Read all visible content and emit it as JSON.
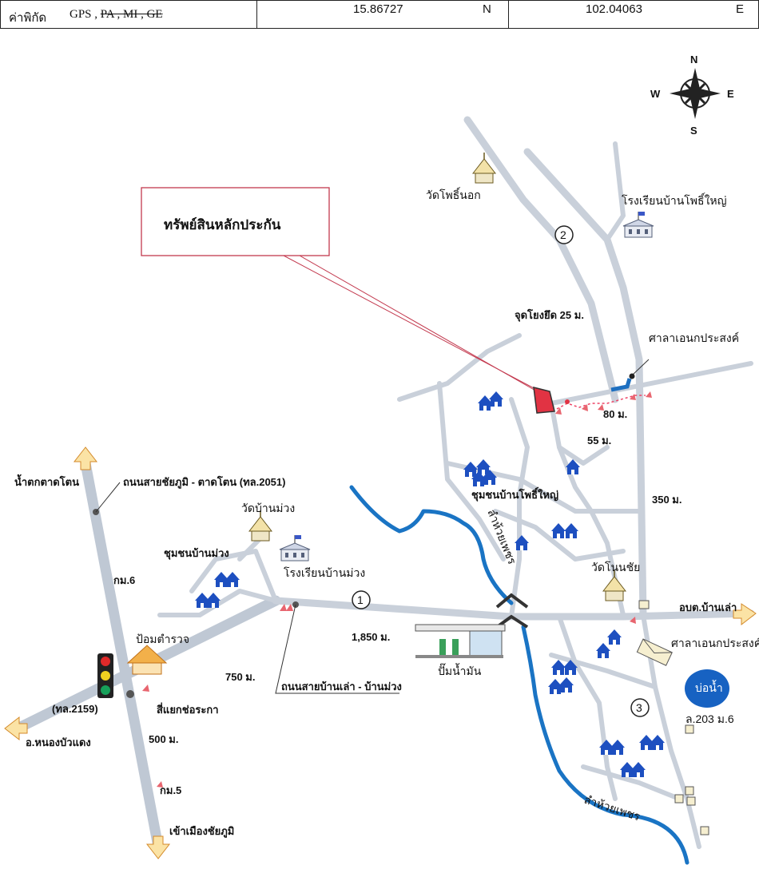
{
  "header": {
    "coord_label": "ค่าพิกัด",
    "gps": "GPS ,",
    "struck": "PA , MI , GE",
    "latitude": "15.86727",
    "lat_dir": "N",
    "longitude": "102.04063",
    "lon_dir": "E"
  },
  "compass": {
    "n": "N",
    "s": "S",
    "e": "E",
    "w": "W"
  },
  "callout": {
    "label": "ทรัพย์สินหลักประกัน"
  },
  "places": {
    "wat_pho_nok": "วัดโพธิ์นอก",
    "school_pho_yai": "โรงเรียนบ้านโพธิ์ใหญ่",
    "point_25": "จุดโยงยึด 25 ม.",
    "sala_1": "ศาลาเอนกประสงค์",
    "community_pho_yai": "ชุมชนบ้านโพธิ์ใหญ่",
    "wat_non_chai": "วัดโนนชัย",
    "obt": "อบต.บ้านเล่า",
    "sala_2": "ศาลาเอนกประสงค์",
    "pond": "บ่อน้ำ",
    "l203": "ล.203 ม.6",
    "gas": "ปั๊มน้ำมัน",
    "wat_ban_muang": "วัดบ้านม่วง",
    "community_muang": "ชุมชนบ้านม่วง",
    "school_muang": "โรงเรียนบ้านม่วง",
    "police": "ป้อมตำรวจ",
    "waterfall": "น้ำตกตาดโตน",
    "road_2051": "ถนนสายชัยภูมิ - ตาดโตน (ทล.2051)",
    "road_baolao": "ถนนสายบ้านเล่า - บ้านม่วง",
    "hwy_2159": "(ทล.2159)",
    "nong_bua": "อ.หนองบัวแดง",
    "intersection": "สี่แยกช่อระกา",
    "to_city": "เข้าเมืองชัยภูมิ",
    "km6": "กม.6",
    "km5": "กม.5",
    "river_top": "ลำห้วยเพชร",
    "river_bottom": "ลำห้วยเพชร"
  },
  "distances": {
    "d80": "80 ม.",
    "d55": "55 ม.",
    "d350": "350 ม.",
    "d1850": "1,850 ม.",
    "d750": "750 ม.",
    "d500": "500 ม."
  },
  "markers": {
    "m1": "1",
    "m2": "2",
    "m3": "3"
  }
}
